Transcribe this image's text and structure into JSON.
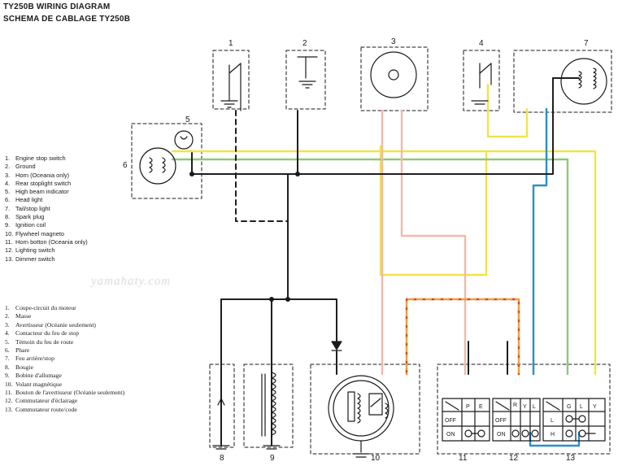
{
  "header": {
    "title_en": "TY250B WIRING DIAGRAM",
    "title_fr": "SCHEMA DE CABLAGE TY250B"
  },
  "legend_en": [
    {
      "num": "1.",
      "label": "Engine stop switch"
    },
    {
      "num": "2.",
      "label": "Ground"
    },
    {
      "num": "3.",
      "label": "Horn (Oceania only)"
    },
    {
      "num": "4.",
      "label": "Rear stoplight switch"
    },
    {
      "num": "5.",
      "label": "High beam indicator"
    },
    {
      "num": "6.",
      "label": "Head light"
    },
    {
      "num": "7.",
      "label": "Tail/stop light"
    },
    {
      "num": "8.",
      "label": "Spark plug"
    },
    {
      "num": "9.",
      "label": "Ignition coil"
    },
    {
      "num": "10.",
      "label": "Flywheel magneto"
    },
    {
      "num": "11.",
      "label": "Horn botton (Oceania only)"
    },
    {
      "num": "12.",
      "label": "Lighting switch"
    },
    {
      "num": "13.",
      "label": "Dimmer switch"
    }
  ],
  "legend_fr": [
    {
      "num": "1.",
      "label": "Coupe-circuit du moteur"
    },
    {
      "num": "2.",
      "label": "Masse"
    },
    {
      "num": "3.",
      "label": "Avertisseur (Océanie seulement)"
    },
    {
      "num": "4.",
      "label": "Contacteur du feu de stop"
    },
    {
      "num": "5.",
      "label": "Témoin du feu de route"
    },
    {
      "num": "6.",
      "label": "Phare"
    },
    {
      "num": "7.",
      "label": "Feu arrière/stop"
    },
    {
      "num": "8.",
      "label": "Bougie"
    },
    {
      "num": "9.",
      "label": "Bobine d'allumage"
    },
    {
      "num": "10.",
      "label": "Volant magnétique"
    },
    {
      "num": "11.",
      "label": "Bouton de l'avertisseur (Océanie seulement)"
    },
    {
      "num": "12.",
      "label": "Commutateur d'éclairage"
    },
    {
      "num": "13.",
      "label": "Commutateur route/code"
    }
  ],
  "watermark": "yamahaty.com",
  "components": {
    "c1": "1",
    "c2": "2",
    "c3": "3",
    "c4": "4",
    "c5": "5",
    "c6": "6",
    "c7": "7",
    "c8": "8",
    "c9": "9",
    "c10": "10",
    "c11": "11",
    "c12": "12",
    "c13": "13"
  },
  "switches": {
    "horn_button": {
      "headers": [
        "P",
        "E"
      ],
      "rows": [
        "OFF",
        "ON"
      ]
    },
    "lighting_switch": {
      "headers": [
        "R",
        "Y",
        "L"
      ],
      "rows": [
        "OFF",
        "ON"
      ]
    },
    "dimmer_switch": {
      "headers": [
        "G",
        "L",
        "Y"
      ],
      "rows": [
        "L",
        "H"
      ]
    }
  },
  "wire_colors": {
    "black": "#1f1f1f",
    "yellow": "#f2e34a",
    "green": "#8cc97a",
    "blue": "#2a8fc9",
    "pink": "#f3b9a8",
    "red": "#e03a2a",
    "orange": "#e7a53a"
  }
}
